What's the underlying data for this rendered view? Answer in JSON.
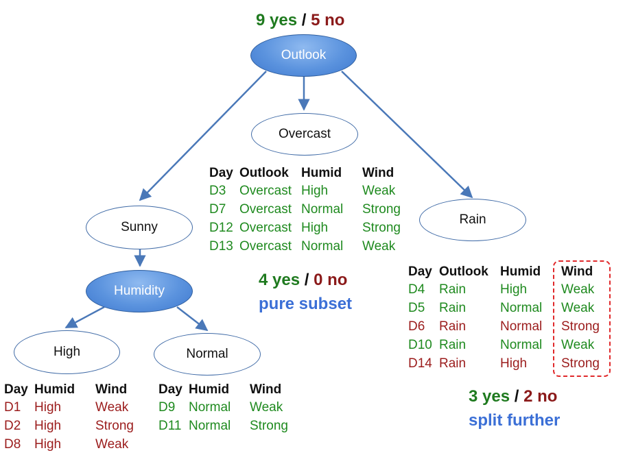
{
  "root": {
    "label": "Outlook",
    "counts": {
      "yes": "9 yes",
      "sep": "/",
      "no": "5 no"
    }
  },
  "branches": {
    "overcast": {
      "label": "Overcast",
      "columns": [
        "Day",
        "Outlook",
        "Humid",
        "Wind"
      ],
      "rows": [
        {
          "cells": [
            "D3",
            "Overcast",
            "High",
            "Weak"
          ],
          "class": "yes"
        },
        {
          "cells": [
            "D7",
            "Overcast",
            "Normal",
            "Strong"
          ],
          "class": "yes"
        },
        {
          "cells": [
            "D12",
            "Overcast",
            "High",
            "Strong"
          ],
          "class": "yes"
        },
        {
          "cells": [
            "D13",
            "Overcast",
            "Normal",
            "Weak"
          ],
          "class": "yes"
        }
      ],
      "counts": {
        "yes": "4 yes",
        "sep": "/",
        "no": "0 no"
      },
      "note": "pure subset"
    },
    "sunny": {
      "label": "Sunny",
      "split": {
        "label": "Humidity",
        "high": {
          "label": "High",
          "columns": [
            "Day",
            "Humid",
            "Wind"
          ],
          "rows": [
            {
              "cells": [
                "D1",
                "High",
                "Weak"
              ],
              "class": "no"
            },
            {
              "cells": [
                "D2",
                "High",
                "Strong"
              ],
              "class": "no"
            },
            {
              "cells": [
                "D8",
                "High",
                "Weak"
              ],
              "class": "no"
            }
          ]
        },
        "normal": {
          "label": "Normal",
          "columns": [
            "Day",
            "Humid",
            "Wind"
          ],
          "rows": [
            {
              "cells": [
                "D9",
                "Normal",
                "Weak"
              ],
              "class": "yes"
            },
            {
              "cells": [
                "D11",
                "Normal",
                "Strong"
              ],
              "class": "yes"
            }
          ]
        }
      }
    },
    "rain": {
      "label": "Rain",
      "columns": [
        "Day",
        "Outlook",
        "Humid",
        "Wind"
      ],
      "rows": [
        {
          "cells": [
            "D4",
            "Rain",
            "High",
            "Weak"
          ],
          "class": "yes"
        },
        {
          "cells": [
            "D5",
            "Rain",
            "Normal",
            "Weak"
          ],
          "class": "yes"
        },
        {
          "cells": [
            "D6",
            "Rain",
            "Normal",
            "Strong"
          ],
          "class": "no"
        },
        {
          "cells": [
            "D10",
            "Rain",
            "Normal",
            "Weak"
          ],
          "class": "yes"
        },
        {
          "cells": [
            "D14",
            "Rain",
            "High",
            "Strong"
          ],
          "class": "no"
        }
      ],
      "counts": {
        "yes": "3 yes",
        "sep": "/",
        "no": "2 no"
      },
      "note": "split further"
    }
  },
  "colors": {
    "yes": "#1f8a1f",
    "no": "#9b1c1c",
    "edge": "#4a78b8",
    "note": "#3b6fd6",
    "highlight": "#e0282a"
  },
  "icons": {
    "edge_arrow": "arrowhead"
  }
}
